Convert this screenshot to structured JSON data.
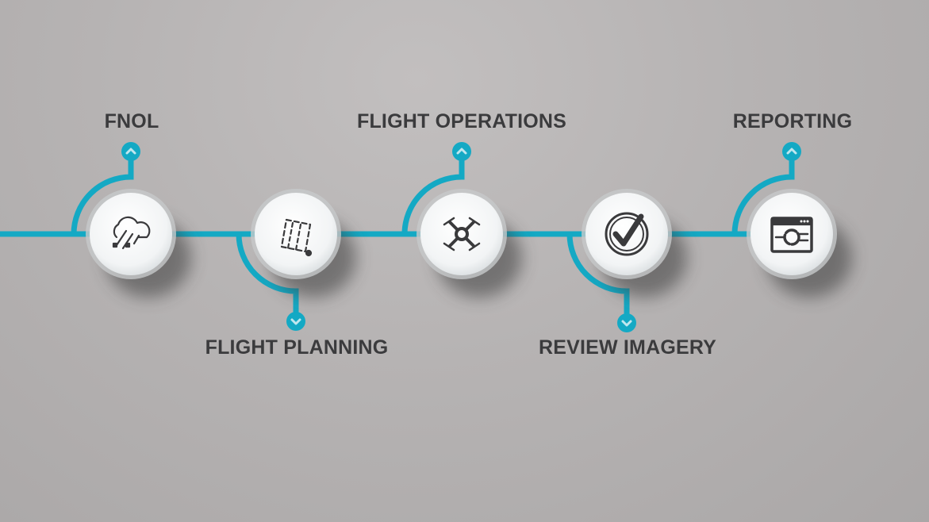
{
  "accent_color": "#14a9c4",
  "steps": [
    {
      "label": "FNOL",
      "icon": "storm-cloud-icon",
      "position": "top"
    },
    {
      "label": "FLIGHT PLANNING",
      "icon": "flight-plan-map-icon",
      "position": "bottom"
    },
    {
      "label": "FLIGHT OPERATIONS",
      "icon": "drone-icon",
      "position": "top"
    },
    {
      "label": "REVIEW IMAGERY",
      "icon": "check-circle-icon",
      "position": "bottom"
    },
    {
      "label": "REPORTING",
      "icon": "report-window-icon",
      "position": "top"
    }
  ]
}
